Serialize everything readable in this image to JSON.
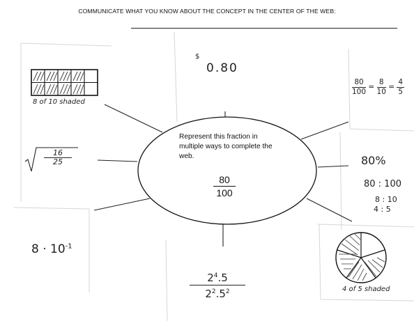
{
  "header": {
    "instruction": "COMMUNICATE WHAT YOU KNOW ABOUT THE CONCEPT IN THE CENTER OF THE WEB:"
  },
  "center": {
    "prompt": "Represent this fraction in multiple ways to complete the web.",
    "fraction_numerator": "80",
    "fraction_denominator": "100"
  },
  "cards": {
    "grid": {
      "caption": "8 of 10 shaded"
    },
    "money": {
      "dollar_sign": "$",
      "value": "0.80"
    },
    "equivalent_fractions": {
      "n1": "80",
      "d1": "100",
      "n2": "8",
      "d2": "10",
      "n3": "4",
      "d3": "5",
      "eq": "="
    },
    "sqrt": {
      "num": "16",
      "den": "25"
    },
    "percent_ratio": {
      "percent": "80%",
      "ratio1": "80 : 100",
      "ratio2": "8 : 10",
      "ratio3": "4 : 5"
    },
    "scientific": {
      "base": "8 · 10",
      "exponent": "-1"
    },
    "powers": {
      "num_base1": "2",
      "num_exp1": "4",
      "num_rest": ".5",
      "den_base1": "2",
      "den_exp1": "2",
      "den_mid": ".5",
      "den_exp2": "2"
    },
    "pie": {
      "caption": "4 of 5 shaded"
    }
  },
  "colors": {
    "ink": "#222222",
    "paper_edge": "#d6d6d6",
    "hatch": "#333333"
  }
}
